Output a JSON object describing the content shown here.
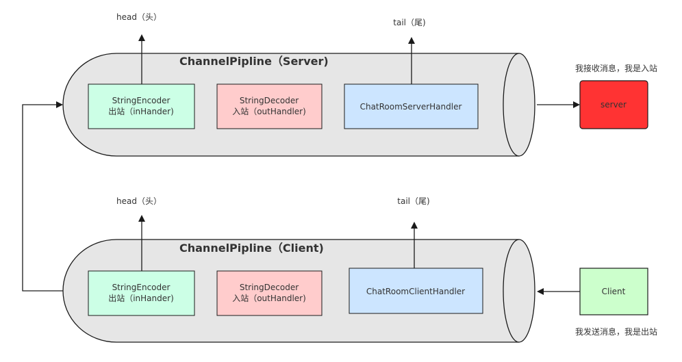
{
  "server_pipeline": {
    "title": "ChannelPipline（Server)",
    "head_label": "head（头）",
    "tail_label": "tail（尾)",
    "handlers": [
      {
        "line1": "StringEncoder",
        "line2": "出站（inHander)",
        "color": "#ccffe6"
      },
      {
        "line1": "StringDecoder",
        "line2": "入站（outHandler)",
        "color": "#ffcccc"
      },
      {
        "line1": "ChatRoomServerHandler",
        "color": "#cce5ff"
      }
    ]
  },
  "client_pipeline": {
    "title": "ChannelPipline（Client)",
    "head_label": "head（头）",
    "tail_label": "tail（尾)",
    "handlers": [
      {
        "line1": "StringEncoder",
        "line2": "出站（inHander)",
        "color": "#ccffe6"
      },
      {
        "line1": "StringDecoder",
        "line2": "入站（outHandler)",
        "color": "#ffcccc"
      },
      {
        "line1": "ChatRoomClientHandler",
        "color": "#cce5ff"
      }
    ]
  },
  "server_node": {
    "label": "server",
    "note": "我接收消息，我是入站",
    "color": "#ff3333"
  },
  "client_node": {
    "label": "Client",
    "note": "我发送消息，我是出站",
    "color": "#ccffcc"
  },
  "colors": {
    "pipe_fill": "#e6e6e6",
    "stroke": "#1a1a1a"
  }
}
